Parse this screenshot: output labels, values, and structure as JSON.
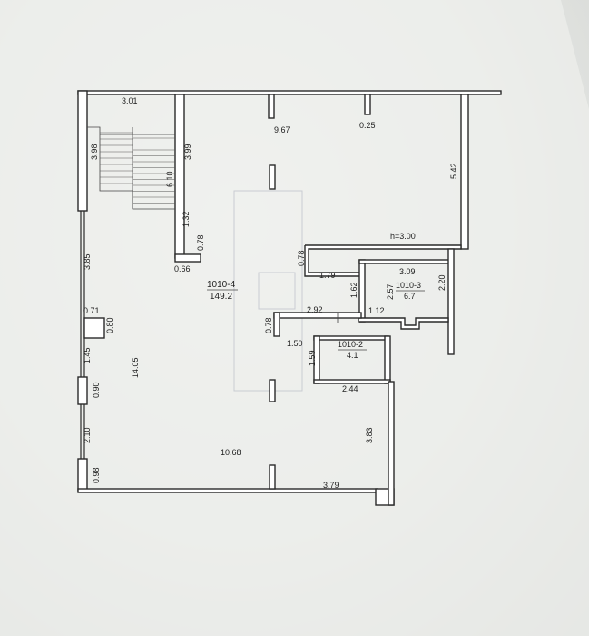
{
  "dimensions": {
    "top_left_wall": "3.01",
    "top_middle": "9.67",
    "top_right_pier": "0.25",
    "right_wall_upper": "5.42",
    "stair_left": "3.98",
    "stair_right": "3.99",
    "stair_length": "6.10",
    "stair_partition": "1.32",
    "partition_small": "0.78",
    "partition_base": "0.66",
    "left_wall_upper": "3.85",
    "left_niche_width": "0.71",
    "left_niche_depth": "0.80",
    "left_segment_1": "1.45",
    "left_segment_2": "0.90",
    "left_segment_3": "2.10",
    "left_segment_4": "0.98",
    "room_depth": "14.05",
    "bottom_width": "10.68",
    "bottom_right": "3.79",
    "right_lower": "3.83",
    "corridor_top_pier": "0.78",
    "corridor_width": "1.79",
    "corridor_height": "1.62",
    "room3_width": "3.09",
    "room3_left": "2.57",
    "room3_right": "2.20",
    "room3_bottom": "1.12",
    "room2_top": "2.92",
    "room2_pier": "0.78",
    "room2_left": "1.50",
    "room2_depth": "1.59",
    "room2_bottom": "2.44",
    "ceiling_height": "h=3.00"
  },
  "rooms": [
    {
      "id": "1010-4",
      "area": "149.2"
    },
    {
      "id": "1010-3",
      "area": "6.7"
    },
    {
      "id": "1010-2",
      "area": "4.1"
    }
  ]
}
